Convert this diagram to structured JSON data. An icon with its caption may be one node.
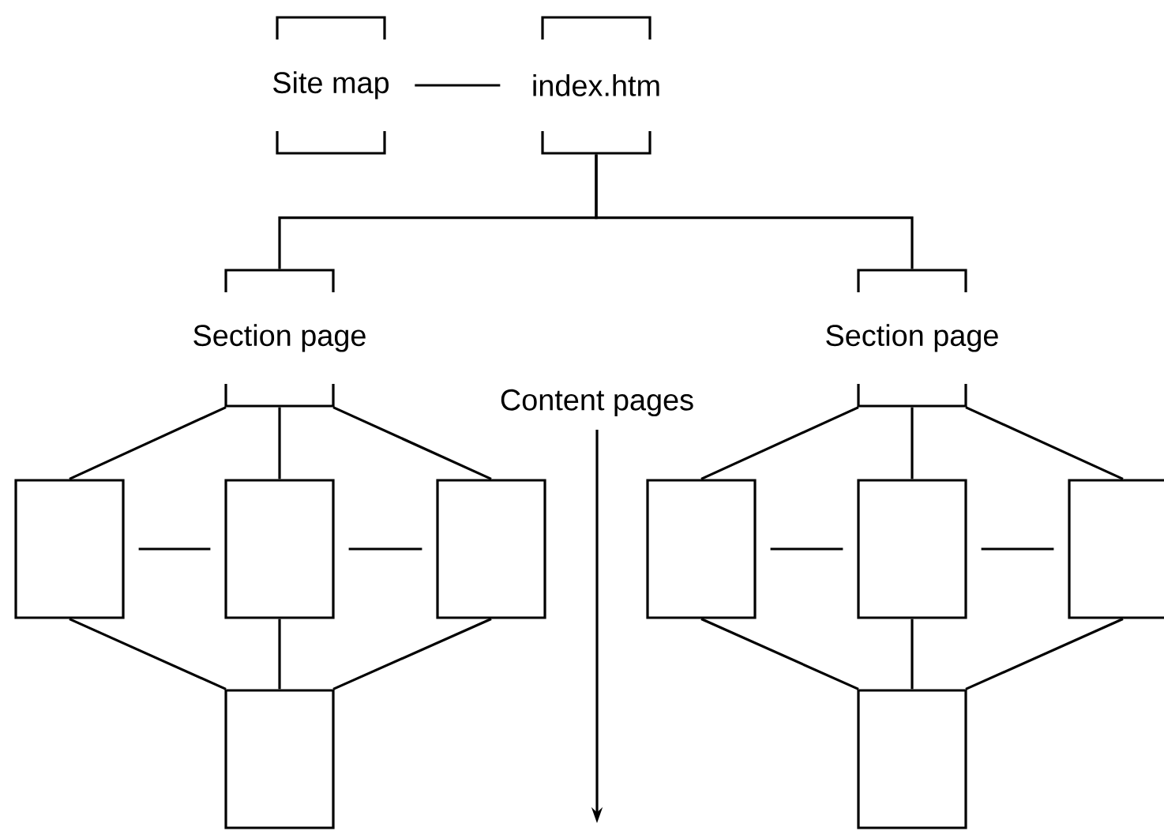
{
  "diagram": {
    "nodes": [
      {
        "text": [
          "Site map"
        ]
      },
      {
        "text": [
          "index.htm"
        ]
      },
      {
        "text": [
          "Section page"
        ]
      },
      {
        "text": [
          "Section page"
        ]
      },
      {
        "text": [],
        "shape": "box"
      },
      {
        "text": [],
        "shape": "box"
      },
      {
        "text": [],
        "shape": "box"
      },
      {
        "text": [],
        "shape": "box"
      },
      {
        "text": [],
        "shape": "box"
      },
      {
        "text": [],
        "shape": "box"
      },
      {
        "text": [],
        "shape": "box"
      },
      {
        "text": [],
        "shape": "box"
      }
    ],
    "edges": [
      {
        "from": 0,
        "to": 1,
        "arrow": "none"
      },
      {
        "from": 1,
        "to": 2,
        "arrow": "none"
      },
      {
        "from": 1,
        "to": 3,
        "arrow": "none"
      },
      {
        "from": 2,
        "to": 4,
        "arrow": "none"
      },
      {
        "from": 2,
        "to": 5,
        "arrow": "none"
      },
      {
        "from": 2,
        "to": 6,
        "arrow": "none"
      },
      {
        "from": 4,
        "to": 5,
        "arrow": "none"
      },
      {
        "from": 5,
        "to": 6,
        "arrow": "none"
      },
      {
        "from": 4,
        "to": 7,
        "arrow": "none"
      },
      {
        "from": 5,
        "to": 7,
        "arrow": "none"
      },
      {
        "from": 6,
        "to": 7,
        "arrow": "none"
      },
      {
        "from": 3,
        "to": 8,
        "arrow": "none"
      },
      {
        "from": 3,
        "to": 9,
        "arrow": "none"
      },
      {
        "from": 3,
        "to": 10,
        "arrow": "none"
      },
      {
        "from": 8,
        "to": 9,
        "arrow": "none"
      },
      {
        "from": 9,
        "to": 10,
        "arrow": "none"
      },
      {
        "from": 8,
        "to": 11,
        "arrow": "none"
      },
      {
        "from": 9,
        "to": 11,
        "arrow": "none"
      },
      {
        "from": 10,
        "to": 11,
        "arrow": "none"
      }
    ],
    "labels": [
      "Content pages"
    ]
  }
}
